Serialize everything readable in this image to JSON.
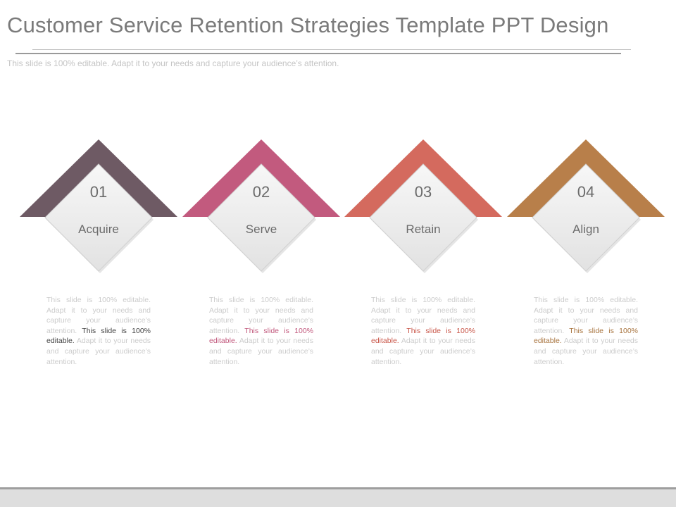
{
  "slide": {
    "title": "Customer Service Retention Strategies Template PPT Design",
    "subtitle": "This slide is 100% editable. Adapt it to your needs and capture your audience’s attention."
  },
  "steps": [
    {
      "number": "01",
      "label": "Acquire",
      "color": "#6e5a64",
      "desc_pre": "This slide is 100% editable. Adapt it to your needs and capture your audience’s attention.",
      "desc_highlight": "This slide is 100% editable.",
      "desc_post": "Adapt it to your needs and capture your audience’s attention.",
      "highlight_color": "#444444"
    },
    {
      "number": "02",
      "label": "Serve",
      "color": "#c25a7e",
      "desc_pre": "This slide is 100% editable. Adapt it to your needs and capture your audience’s attention.",
      "desc_highlight": "This slide is 100% editable.",
      "desc_post": "Adapt it to your needs and capture your audience’s attention.",
      "highlight_color": "#c25a7e"
    },
    {
      "number": "03",
      "label": "Retain",
      "color": "#d46a5e",
      "desc_pre": "This slide is 100% editable. Adapt it to your needs and capture your audience’s attention.",
      "desc_highlight": "This slide is 100% editable.",
      "desc_post": "Adapt it to your needs and capture your audience’s attention.",
      "highlight_color": "#c9574a"
    },
    {
      "number": "04",
      "label": "Align",
      "color": "#b87f4a",
      "desc_pre": "This slide is 100% editable. Adapt it to your needs and capture your audience’s attention.",
      "desc_highlight": "This slide is 100% editable.",
      "desc_post": "Adapt it to your needs and capture your audience’s attention.",
      "highlight_color": "#a8743f"
    }
  ]
}
